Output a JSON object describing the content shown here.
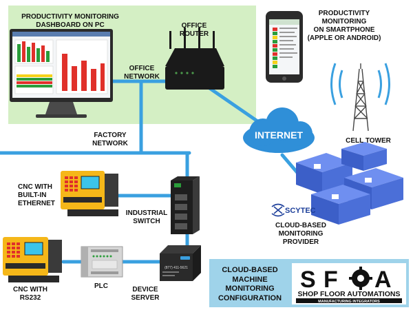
{
  "labels": {
    "dashboard_pc": [
      "PRODUCTIVITY MONITORING",
      "DASHBOARD ON PC"
    ],
    "office_router": [
      "OFFICE",
      "ROUTER"
    ],
    "office_network": [
      "OFFICE",
      "NETWORK"
    ],
    "smartphone": [
      "PRODUCTIVITY",
      "MONITORING",
      "ON SMARTPHONE",
      "(APPLE OR ANDROID)"
    ],
    "factory_network": [
      "FACTORY",
      "NETWORK"
    ],
    "internet": "INTERNET",
    "cell_tower": "CELL TOWER",
    "cnc_ethernet": [
      "CNC WITH",
      "BUILT-IN",
      "ETHERNET"
    ],
    "industrial_switch": [
      "INDUSTRIAL",
      "SWITCH"
    ],
    "provider": [
      "CLOUD-BASED",
      "MONITORING",
      "PROVIDER"
    ],
    "provider_brand": "SCYTEC",
    "cnc_rs232": [
      "CNC WITH",
      "RS232"
    ],
    "plc": "PLC",
    "device_server": [
      "DEVICE",
      "SERVER"
    ],
    "device_server_phone": "(877) 411-5621",
    "config": [
      "CLOUD-BASED",
      "MACHINE",
      "MONITORING",
      "CONFIGURATION"
    ],
    "logo_letters": "SFA",
    "logo_name": "SHOP FLOOR AUTOMATIONS",
    "logo_tagline": "MANUFACTURING INTEGRATORS"
  },
  "colors": {
    "office_zone": "#d4efc4",
    "network_line": "#3aa0e0",
    "cloud": "#2f8fd8",
    "config_box": "#9fd3ea",
    "cnc_body": "#f5b719",
    "cnc_screen": "#3cc4ea",
    "provider_cube": "#4b6fd8",
    "router": "#1a1a1a"
  },
  "icons": [
    "monitor-icon",
    "router-icon",
    "smartphone-icon",
    "cloud-icon",
    "cell-tower-icon",
    "office-cubicles-icon",
    "cnc-machine-icon",
    "industrial-switch-icon",
    "plc-icon",
    "device-server-icon",
    "sfa-logo-icon",
    "scytec-logo-icon"
  ]
}
